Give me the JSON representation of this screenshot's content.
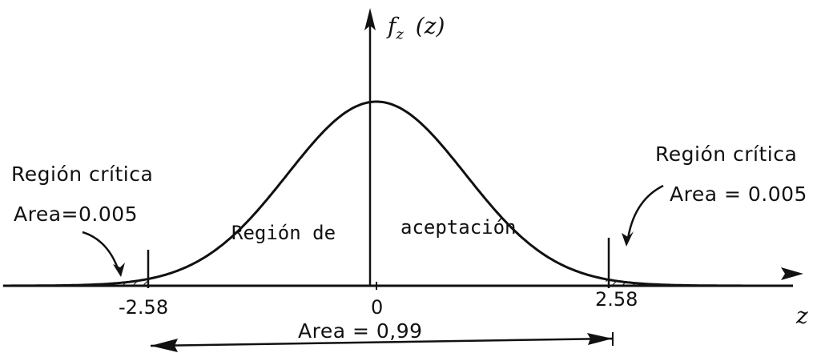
{
  "axis": {
    "y_name": "f",
    "y_subscript": "z",
    "y_arg": "(z)",
    "x_name": "z"
  },
  "ticks": [
    "-2.58",
    "0",
    "2.58"
  ],
  "regions": {
    "left_title": "Región crítica",
    "left_area": "Area=0.005",
    "right_title": "Región crítica",
    "right_area": "Area = 0.005",
    "center_word1": "Región de",
    "center_word2": "aceptación",
    "bottom_area": "Area = 0,99"
  },
  "chart_data": {
    "type": "area",
    "distribution": "standard normal",
    "critical_values": [
      -2.58,
      2.58
    ],
    "tail_area_each": 0.005,
    "acceptance_area": 0.99,
    "x_range": [
      -4.2,
      4.2
    ]
  }
}
